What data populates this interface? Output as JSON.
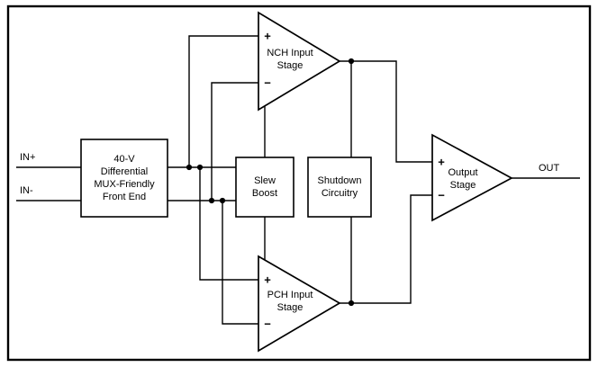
{
  "labels": {
    "in_plus": "IN+",
    "in_minus": "IN-",
    "out": "OUT",
    "plus": "+",
    "minus": "−"
  },
  "blocks": {
    "front_end": {
      "lines": [
        "40-V",
        "Differential",
        "MUX-Friendly",
        "Front End"
      ]
    },
    "slew_boost": {
      "lines": [
        "Slew",
        "Boost"
      ]
    },
    "shutdown": {
      "lines": [
        "Shutdown",
        "Circuitry"
      ]
    },
    "nch_input_stage": {
      "lines": [
        "NCH Input",
        "Stage"
      ]
    },
    "pch_input_stage": {
      "lines": [
        "PCH Input",
        "Stage"
      ]
    },
    "output_stage": {
      "lines": [
        "Output",
        "Stage"
      ]
    }
  },
  "colors": {
    "line": "#000000",
    "background": "#ffffff"
  }
}
